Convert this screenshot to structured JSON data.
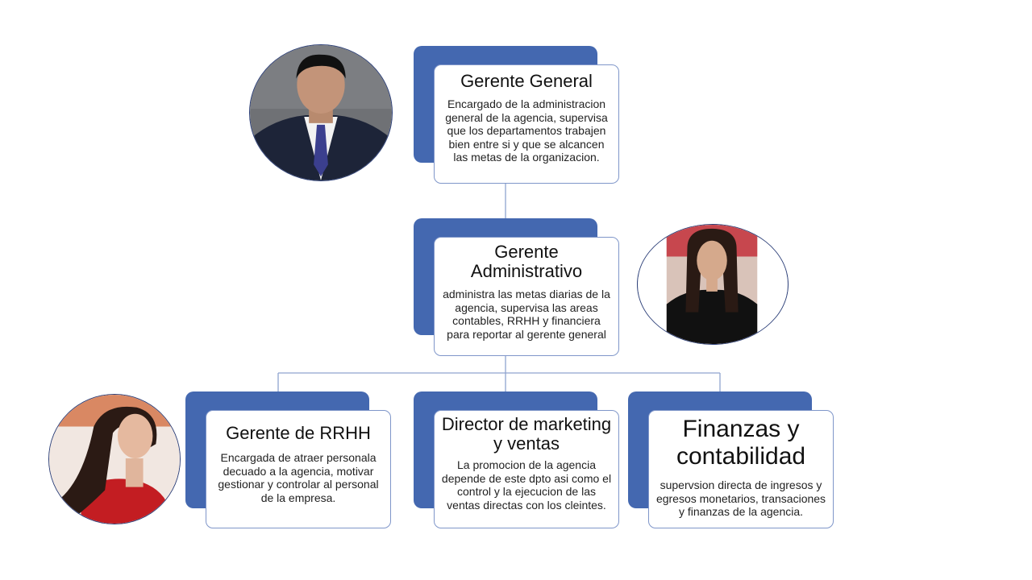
{
  "colors": {
    "accent_blue": "#4468b0",
    "card_border": "#7f96c9",
    "connector": "#8fa3cf"
  },
  "nodes": {
    "gerente_general": {
      "title": "Gerente General",
      "description": "Encargado de la administracion general de la agencia, supervisa que los departamentos trabajen bien entre si y que se alcancen las metas de la organizacion."
    },
    "gerente_administrativo": {
      "title": "Gerente Administrativo",
      "description": "administra las metas diarias de la agencia, supervisa las areas contables, RRHH y financiera para reportar al gerente general"
    },
    "gerente_rrhh": {
      "title": "Gerente de RRHH",
      "description": "Encargada de atraer personala decuado a la agencia, motivar gestionar y controlar al personal de la empresa."
    },
    "director_marketing": {
      "title": "Director de marketing y ventas",
      "description": "La promocion de la agencia depende de este dpto asi como el control y la ejecucion de las ventas directas con los cleintes."
    },
    "finanzas": {
      "title": "Finanzas y contabilidad",
      "description": "supervsion directa de ingresos y egresos monetarios, transaciones y finanzas de la agencia."
    }
  },
  "photos": [
    "man-suit-portrait",
    "woman-black-jacket-portrait",
    "woman-red-top-portrait"
  ]
}
